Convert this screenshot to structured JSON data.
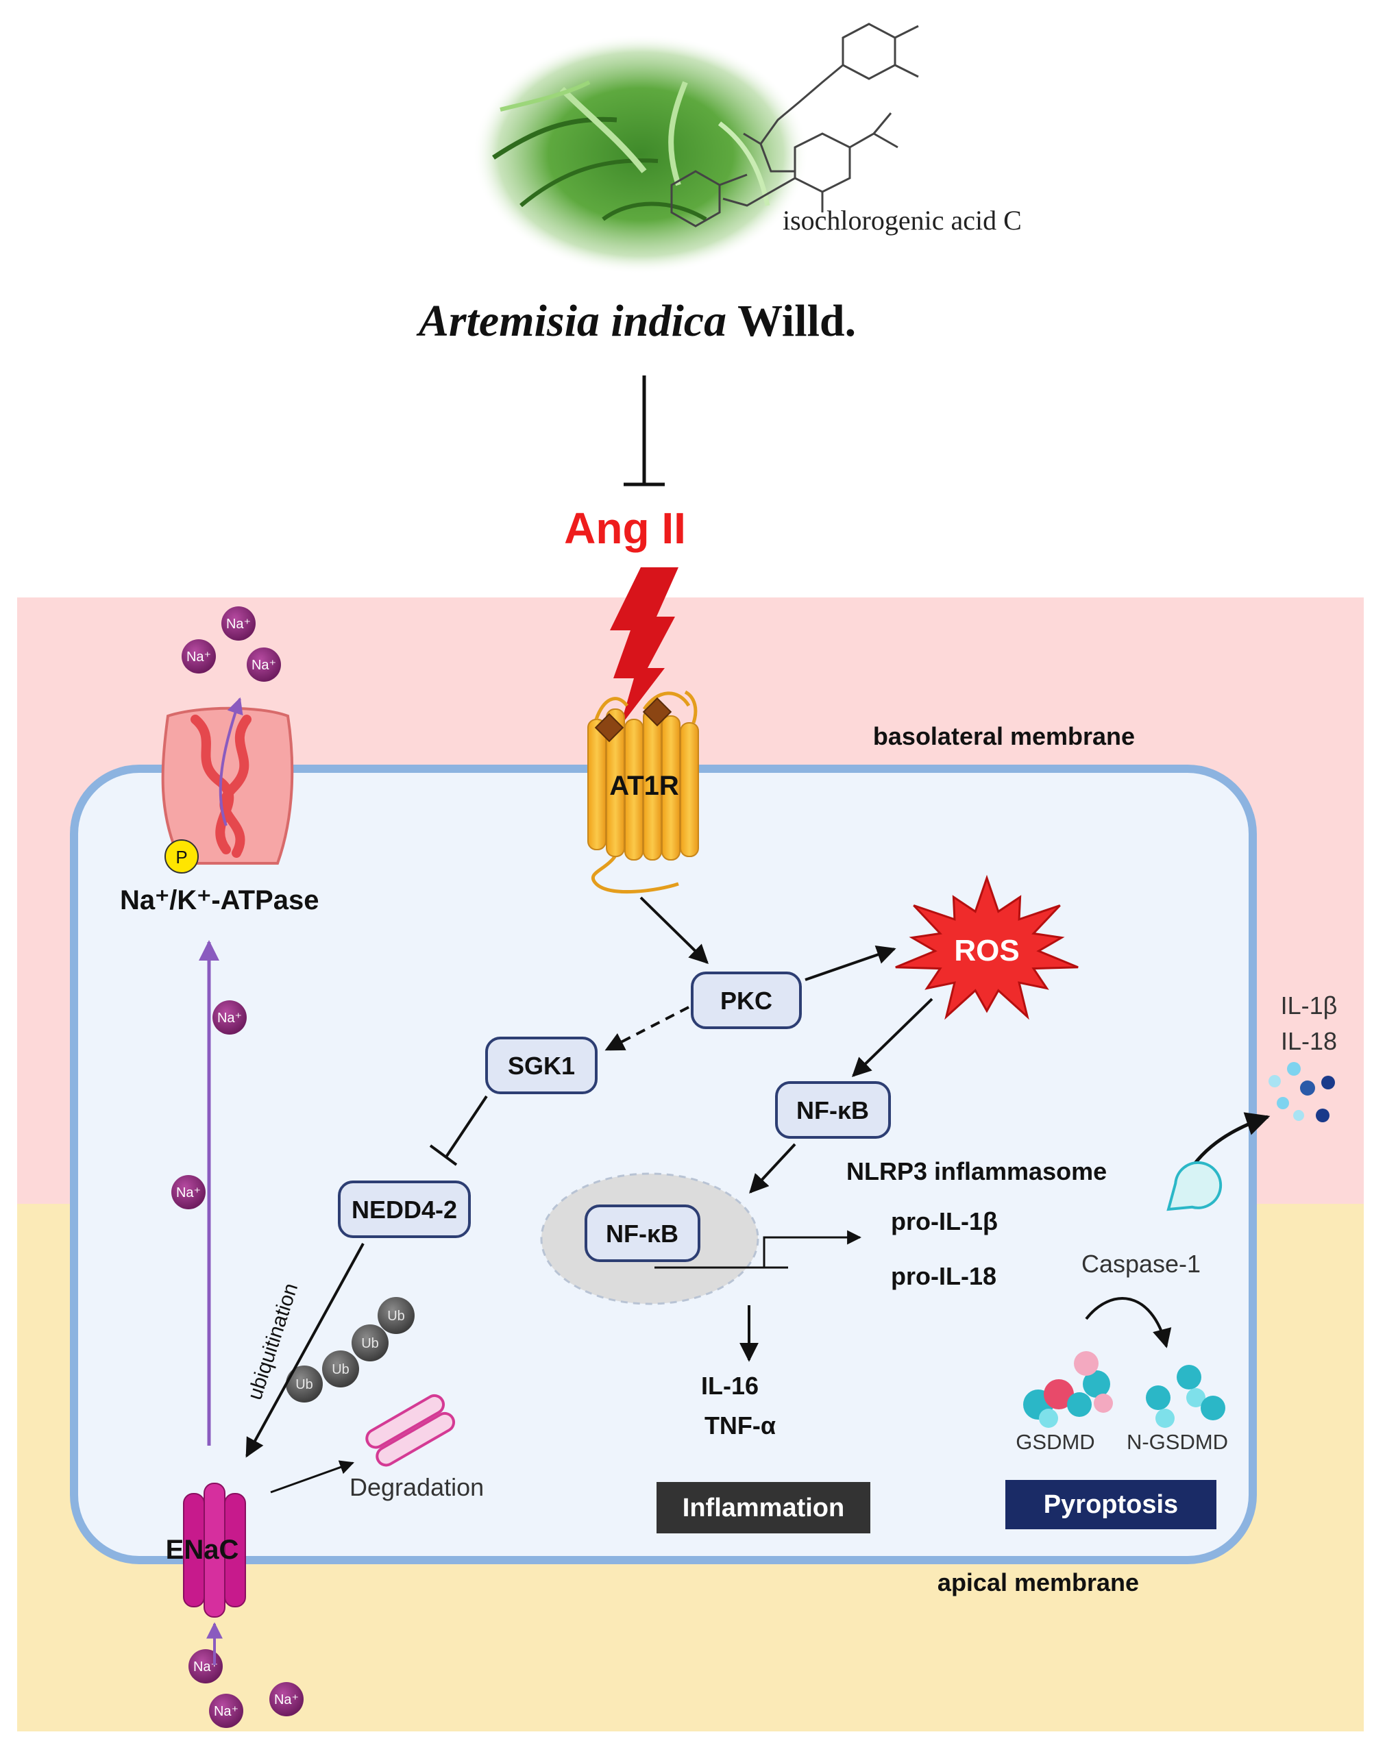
{
  "compound": {
    "name": "isochlorogenic acid C"
  },
  "plant": {
    "name_italic": "Artemisia indica",
    "name_author": "Willd."
  },
  "stimulus": {
    "label": "Ang II"
  },
  "membranes": {
    "basolateral": "basolateral membrane",
    "apical": "apical membrane"
  },
  "receptor": {
    "label": "AT1R"
  },
  "pump": {
    "label": "Na⁺/K⁺-ATPase",
    "phospho": "P"
  },
  "ion": "Na⁺",
  "nodes": {
    "pkc": "PKC",
    "ros": "ROS",
    "sgk1": "SGK1",
    "nfkb_cyto": "NF-κB",
    "nfkb_nuc": "NF-κB",
    "nedd4": "NEDD4-2"
  },
  "ubiquitin": {
    "label": "ubiquitination",
    "tag": "Ub"
  },
  "channel": {
    "label": "ENaC"
  },
  "degradation": {
    "label": "Degradation"
  },
  "targets": {
    "nlrp3": "NLRP3 inflammasome",
    "pro_il1b": "pro-IL-1β",
    "pro_il18": "pro-IL-18",
    "caspase": "Caspase-1",
    "il16": "IL-16",
    "tnfa": "TNF-α",
    "gsdmd": "GSDMD",
    "ngsdmd": "N-GSDMD"
  },
  "cytokines": {
    "il1b": "IL-1β",
    "il18": "IL-18"
  },
  "outcomes": {
    "inflammation": "Inflammation",
    "pyroptosis": "Pyroptosis"
  },
  "colors": {
    "basolateral_bg": "#fdd9d9",
    "apical_bg": "#fbeab7",
    "cell_fill": "#eef4fc",
    "cell_border": "#8cb3e0",
    "node_fill": "#dfe6f5",
    "node_border": "#2d3e73",
    "ang_red": "#ee1c1c",
    "ion_purple": "#8f2d7c",
    "enac_magenta": "#c71a8c",
    "receptor_gold": "#f4b324",
    "navy": "#1a2b66",
    "inflammation_bg": "#333333",
    "teal": "#2bb7c7"
  }
}
